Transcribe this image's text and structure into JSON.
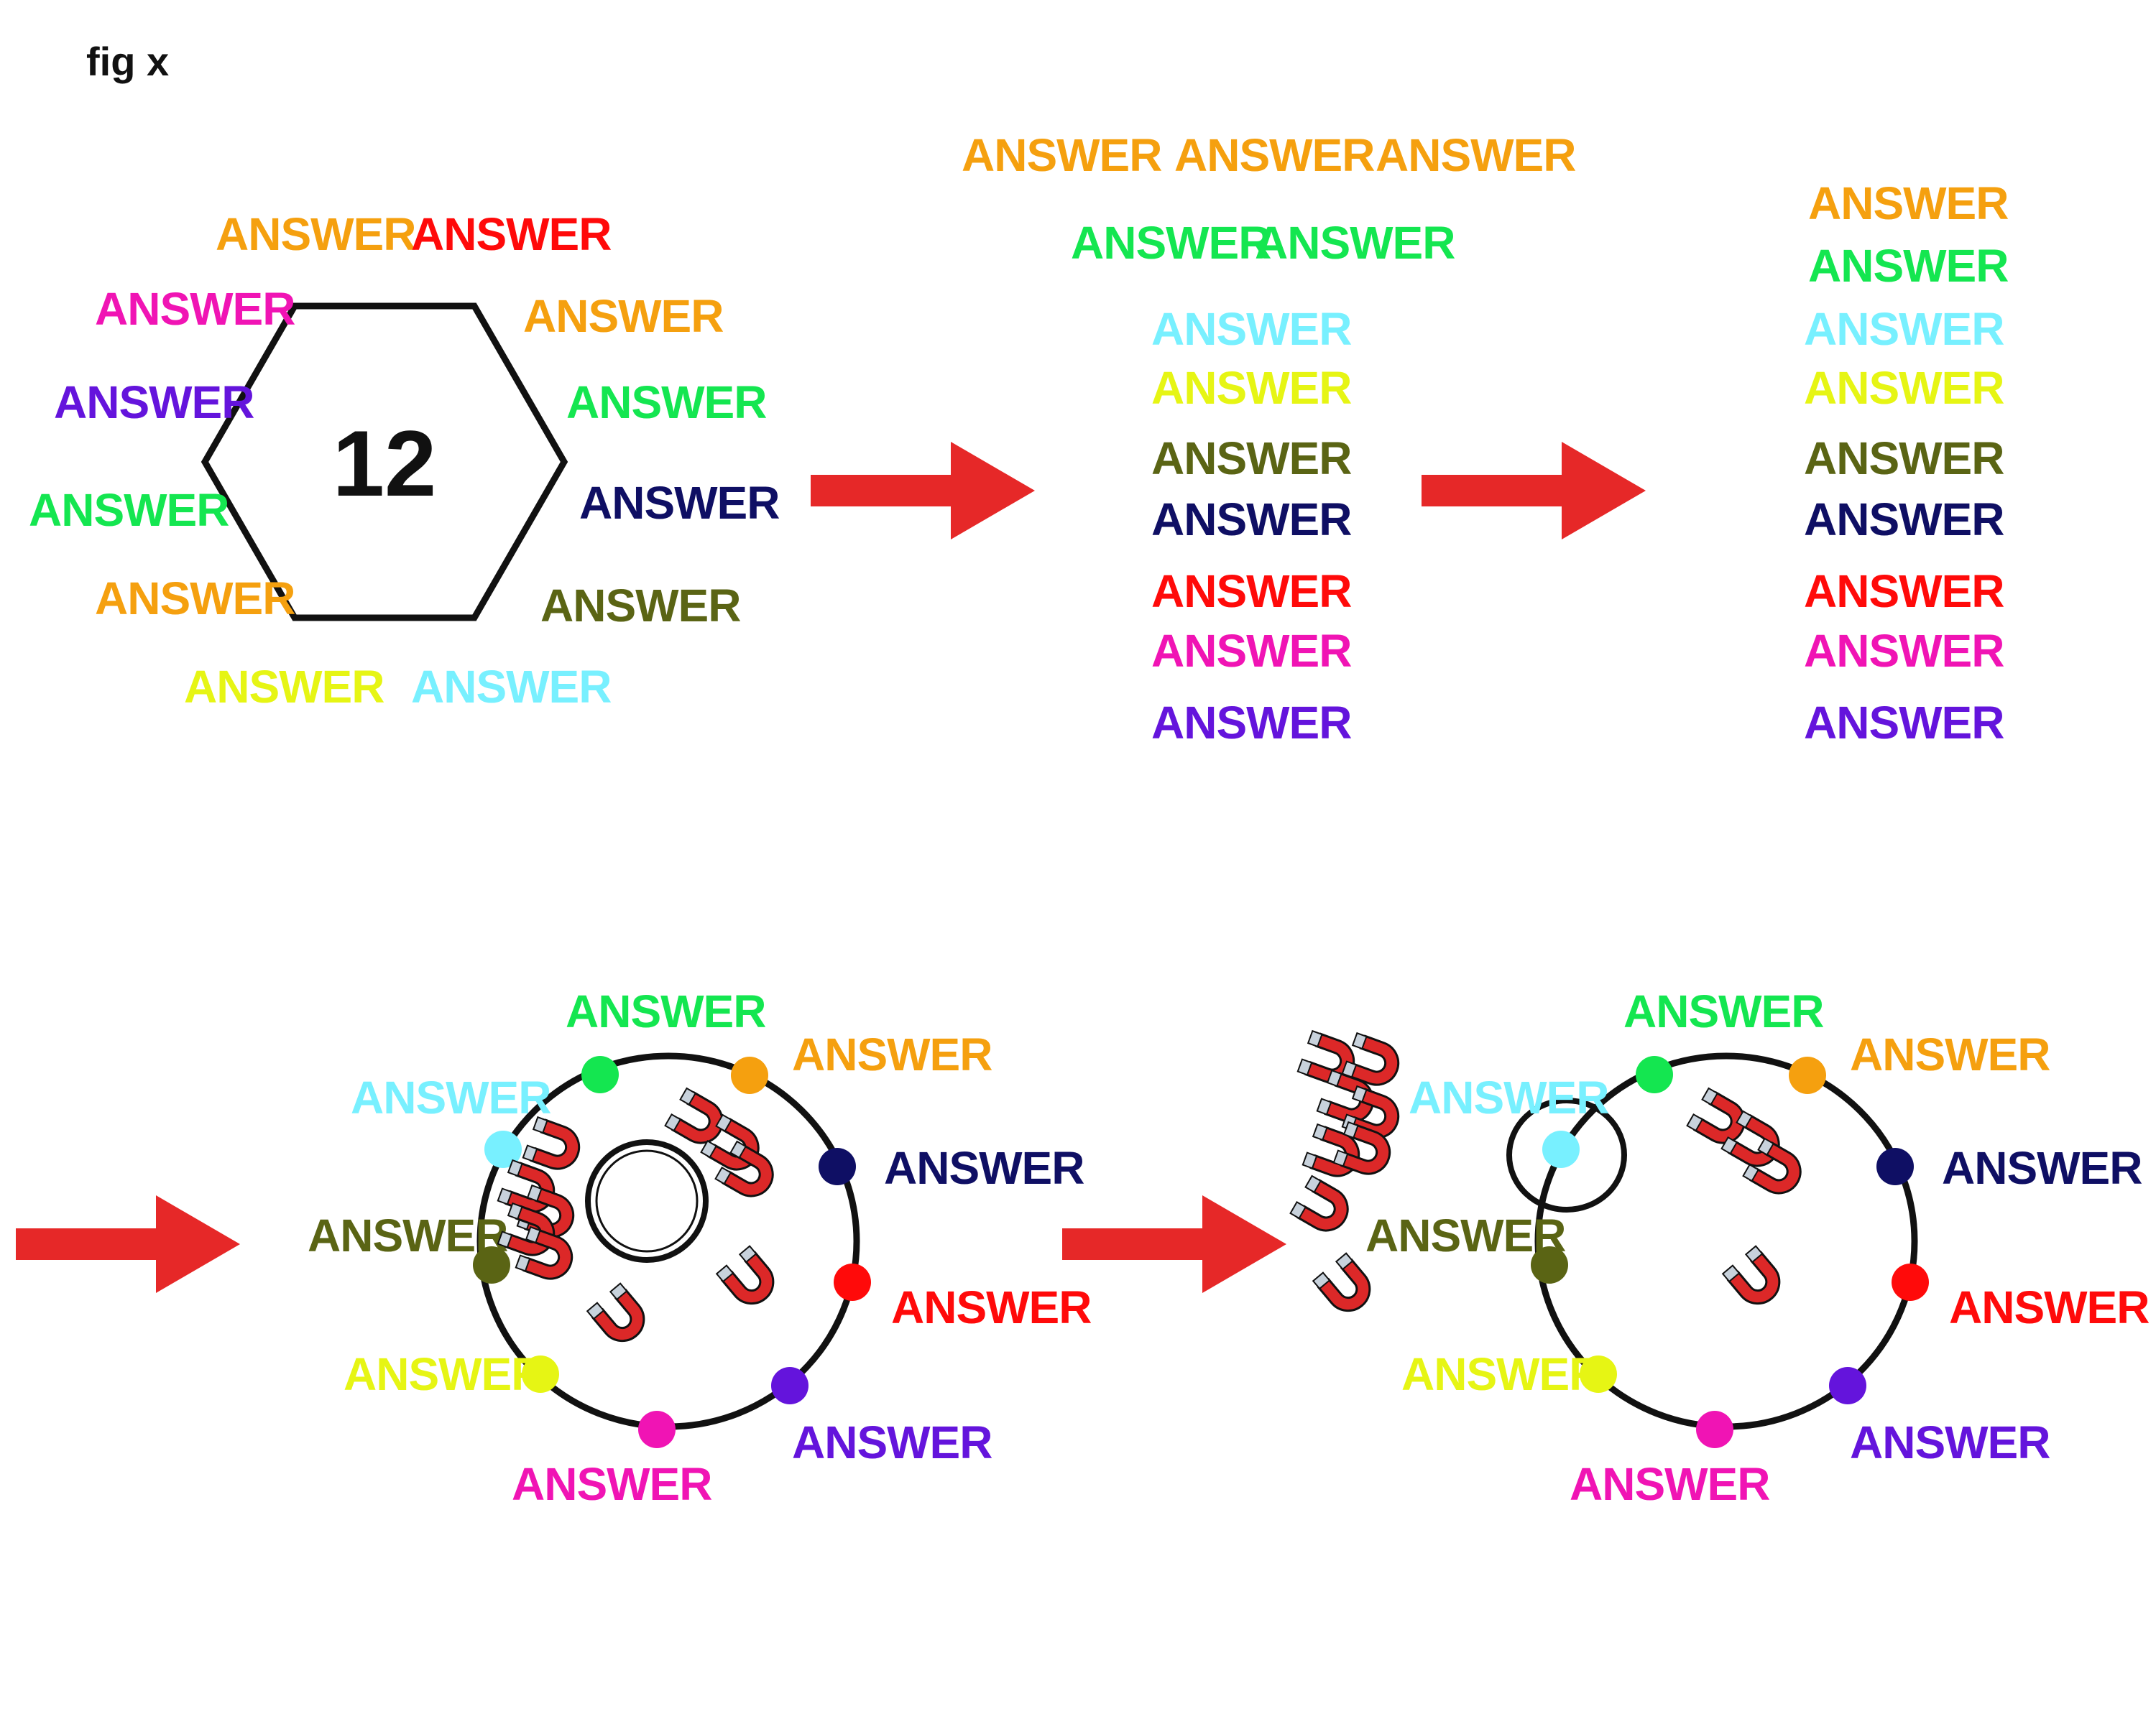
{
  "figure": {
    "title": "fig x",
    "center_number": "12",
    "answer_text": "ANSWER"
  },
  "colors": {
    "orange": "#f5a00f",
    "red": "#ff0a0a",
    "magenta": "#f014b4",
    "purple": "#6414dc",
    "green": "#14e650",
    "navy": "#0f0f64",
    "olive": "#5a6414",
    "yellow": "#e6f514",
    "light-cyan": "#78f0ff",
    "arrow-red": "#e62828",
    "magnet-red": "#dc2828",
    "magnet-tip": "#c8d2dc",
    "outline": "#111111"
  },
  "panels": {
    "hexagon_labels": [
      "orange",
      "red",
      "magenta",
      "orange",
      "purple",
      "green",
      "green",
      "navy",
      "orange",
      "olive",
      "yellow",
      "light-cyan"
    ],
    "scatter_labels": [
      "orange",
      "orange",
      "orange",
      "green",
      "green",
      "light-cyan",
      "yellow",
      "olive",
      "navy",
      "red",
      "magenta",
      "purple"
    ],
    "sorted_labels": [
      "orange",
      "green",
      "light-cyan",
      "yellow",
      "olive",
      "navy",
      "red",
      "magenta",
      "purple"
    ],
    "cell_dots": [
      "green",
      "orange",
      "light-cyan",
      "navy",
      "olive",
      "red",
      "yellow",
      "purple",
      "magenta"
    ]
  },
  "icons": [
    "right-arrow-icon",
    "hexagon-icon",
    "magnet-icon",
    "cell-membrane-icon",
    "nucleus-icon"
  ]
}
